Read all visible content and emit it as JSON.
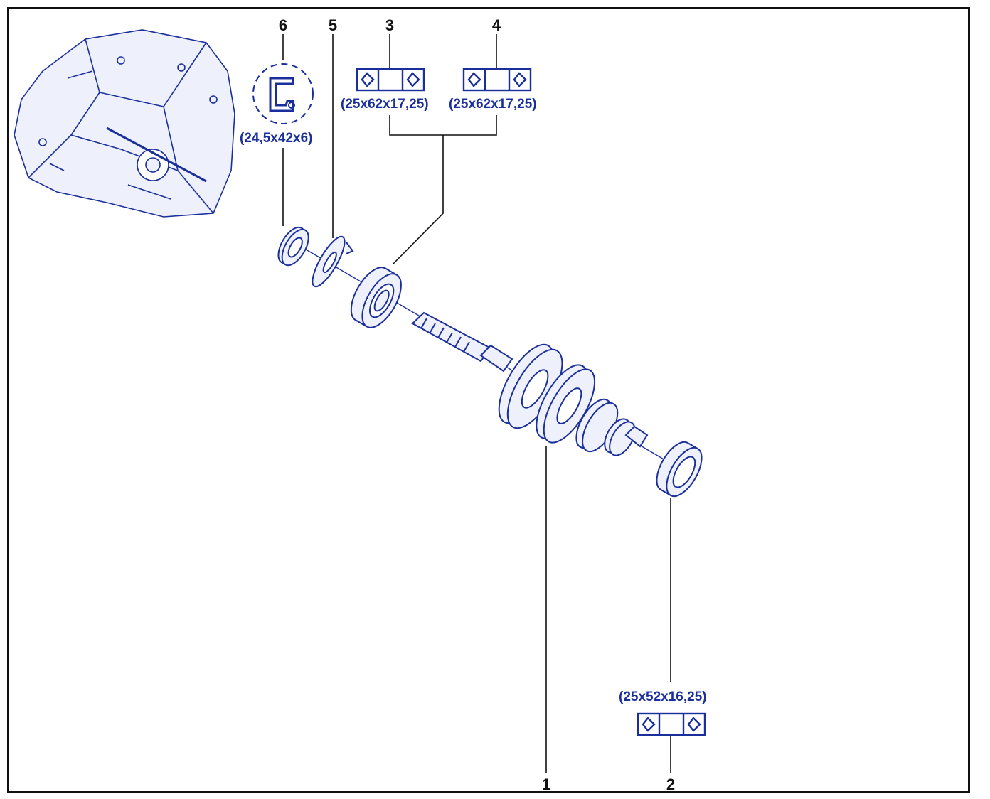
{
  "colors": {
    "part_line": "#1a2f9c",
    "part_fill": "#eef0fb",
    "leader": "#111111",
    "frame": "#111111"
  },
  "callouts": [
    {
      "id": "1",
      "label": "1"
    },
    {
      "id": "2",
      "label": "2"
    },
    {
      "id": "3",
      "label": "3"
    },
    {
      "id": "4",
      "label": "4"
    },
    {
      "id": "5",
      "label": "5"
    },
    {
      "id": "6",
      "label": "6"
    }
  ],
  "dimensions": {
    "seal_6": "(24,5x42x6)",
    "bearing_3": "(25x62x17,25)",
    "bearing_4": "(25x62x17,25)",
    "bearing_2": "(25x52x16,25)"
  },
  "icons": {
    "seal": "oil-seal-icon",
    "bearing": "ball-bearing-symbol-icon",
    "gearbox": "gearbox-housing-thumbnail"
  }
}
